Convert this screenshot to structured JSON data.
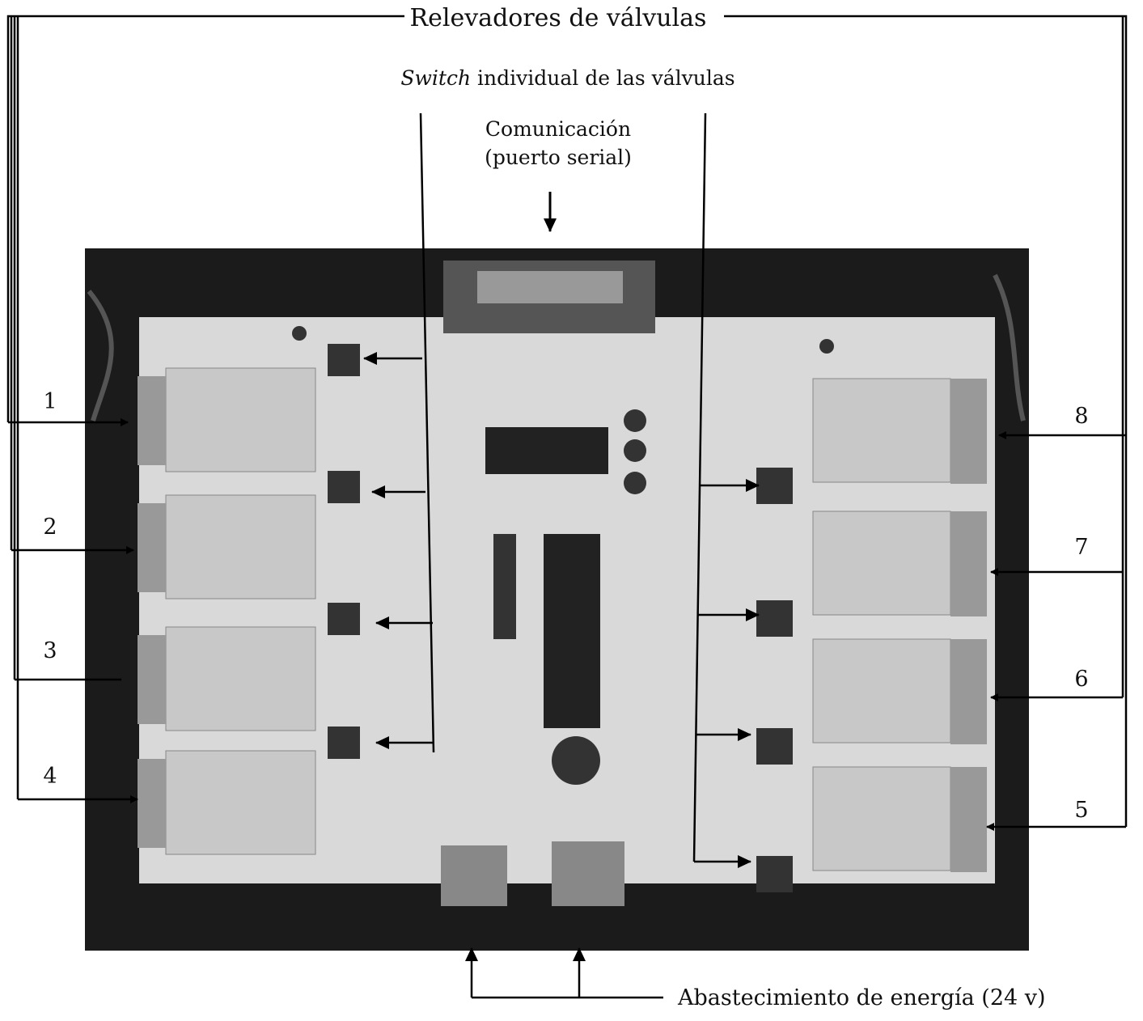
{
  "title": "Relevadores de válvulas",
  "switch_label": {
    "italic": "Switch",
    "rest": " individual de las válvulas"
  },
  "comm_label": {
    "line1": "Comunicación",
    "line2": "(puerto serial)"
  },
  "power_label": "Abastecimiento de energía (24 v)",
  "relay_numbers_left": [
    "1",
    "2",
    "3",
    "4"
  ],
  "relay_numbers_right": [
    "8",
    "7",
    "6",
    "5"
  ]
}
